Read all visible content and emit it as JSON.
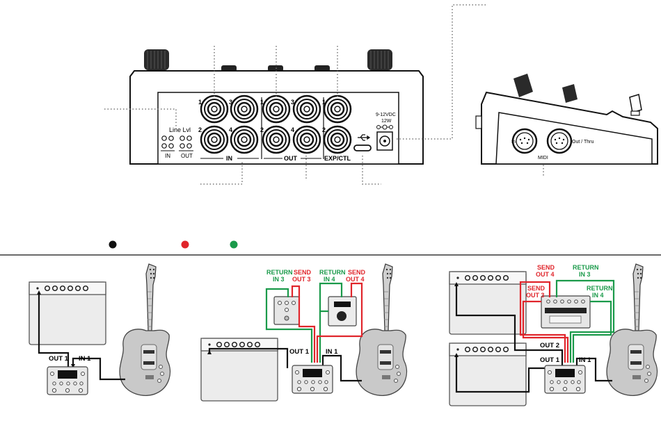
{
  "rear_panel": {
    "line_lvl": "Line Lvl",
    "line_in": "IN",
    "line_out": "OUT",
    "jack_numbers": {
      "one": "1",
      "two": "2",
      "three": "3",
      "four": "4"
    },
    "group_in": "IN",
    "group_out": "OUT",
    "group_exp": "EXP/CTL",
    "power_voltage": "9-12VDC",
    "power_watt": "12W"
  },
  "side_panel": {
    "midi_in": "In",
    "midi_out": "Out / Thru",
    "midi": "MIDI"
  },
  "legend": {
    "colors": {
      "black": "#111111",
      "red": "#e0252b",
      "green": "#1a9a4a"
    }
  },
  "diagram1": {
    "out1": "OUT 1",
    "in1": "IN 1"
  },
  "diagram2": {
    "return_in3_a": "RETURN",
    "return_in3_b": "IN 3",
    "send_out3_a": "SEND",
    "send_out3_b": "OUT 3",
    "return_in4_a": "RETURN",
    "return_in4_b": "IN 4",
    "send_out4_a": "SEND",
    "send_out4_b": "OUT 4",
    "out1": "OUT 1",
    "in1": "IN 1"
  },
  "diagram3": {
    "send_out4_a": "SEND",
    "send_out4_b": "OUT 4",
    "return_in3_a": "RETURN",
    "return_in3_b": "IN 3",
    "send_out3_a": "SEND",
    "send_out3_b": "OUT 3",
    "return_in4_a": "RETURN",
    "return_in4_b": "IN 4",
    "out2": "OUT 2",
    "out1": "OUT 1",
    "in1": "IN 1"
  }
}
